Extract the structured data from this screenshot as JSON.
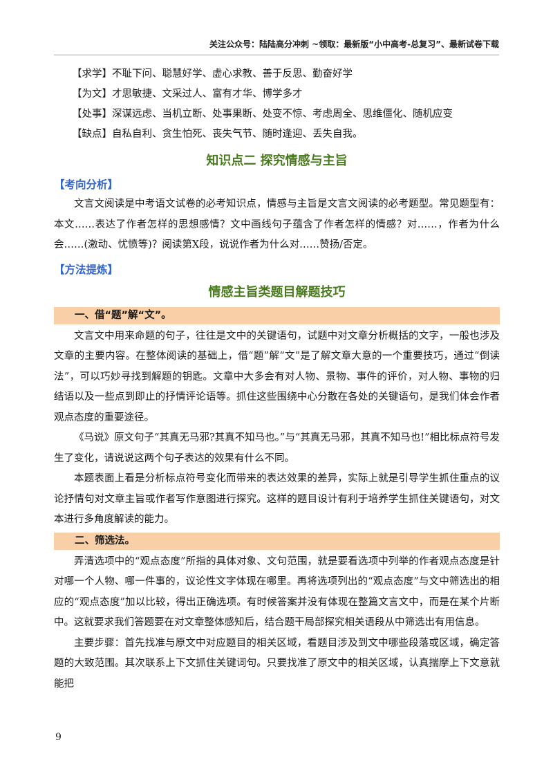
{
  "header": {
    "text": "关注公众号：陆陆高分冲刺  ~领取：最新版“小中高考-总复习”、最新试卷下载"
  },
  "traits": [
    "【求学】不耻下问、聪慧好学、虚心求教、善于反思、勤奋好学",
    "【为文】才思敏捷、文采过人、富有才华、博学多才",
    "【处事】深谋远虑、当机立断、处事果断、处变不惊、考虑周全、思维僵化、随机应变",
    "【缺点】自私自利、贪生怕死、丧失气节、随时逢迎、丢失自我。"
  ],
  "knowledge_point_title": "知识点二  探究情感与主旨",
  "analysis": {
    "tag": "【考向分析】",
    "text": "文言文阅读是中考语文试卷的必考知识点，情感与主旨是文言文阅读的必考题型。常见题型有：本文……表达了作者怎样的思想感情？文中画线句子蕴含了作者怎样的情感？对……，作者为什么会……(激动、忧愤等)？阅读第Ⅹ段，说说作者为什么对……赞扬/否定。"
  },
  "method": {
    "tag": "【方法提炼】",
    "title": "情感主旨类题目解题技巧"
  },
  "section1": {
    "heading": "一、借“题”解“文”。",
    "paragraphs": [
      "文言文中用来命题的句子，往往是文中的关键语句，试题中对文章分析概括的文字，一般也涉及文章的主要内容。在整体阅读的基础上，借“题”解“文”是了解文章大意的一个重要技巧，通过“倒读法”，可以巧妙寻找到解题的钥匙。文章中大多会有对人物、景物、事件的评价，对人物、事物的归结语以及一些点到即止的抒情评论语等。抓住这些围绕中心分散在各处的关键语句，是我们体会作者观点态度的重要途径。",
      "《马说》原文句子“其真无马邪?其真不知马也。”与“其真无马邪，其真不知马也!”相比标点符号发生了变化，请说说这两个句子表达的效果有什么不同。",
      "本题表面上看是分析标点符号变化而带来的表达效果的差异，实际上就是引导学生抓住重点的议论抒情句对文章主旨或作者写作意图进行探究。这样的题目设计有利于培养学生抓住关键语句，对文本进行多角度解读的能力。"
    ]
  },
  "section2": {
    "heading": "二、筛选法。",
    "paragraphs": [
      "弄清选项中的“观点态度”所指的具体对象、文句范围，就是要看选项中列举的作者观点态度是针对哪一个人物、哪一件事的，议论性文字体现在哪里。再将选项列出的“观点态度”与文中筛选出的相应的“观点态度”加以比较，得出正确选项。有时候答案并没有体现在整篇文言文中，而是在某个片断中。这就要求我们答题要在对文章整体感知后，结合题干局部探究相关语段从中筛选出有用信息。",
      "主要步骤：首先找准与原文中对应题目的相关区域，看题目涉及到文中哪些段落或区域，确定答题的大致范围。其次联系上下文抓住关键词句。只要找准了原文中的相关区域，认真揣摩上下文意就能把"
    ]
  },
  "page_number": "9"
}
